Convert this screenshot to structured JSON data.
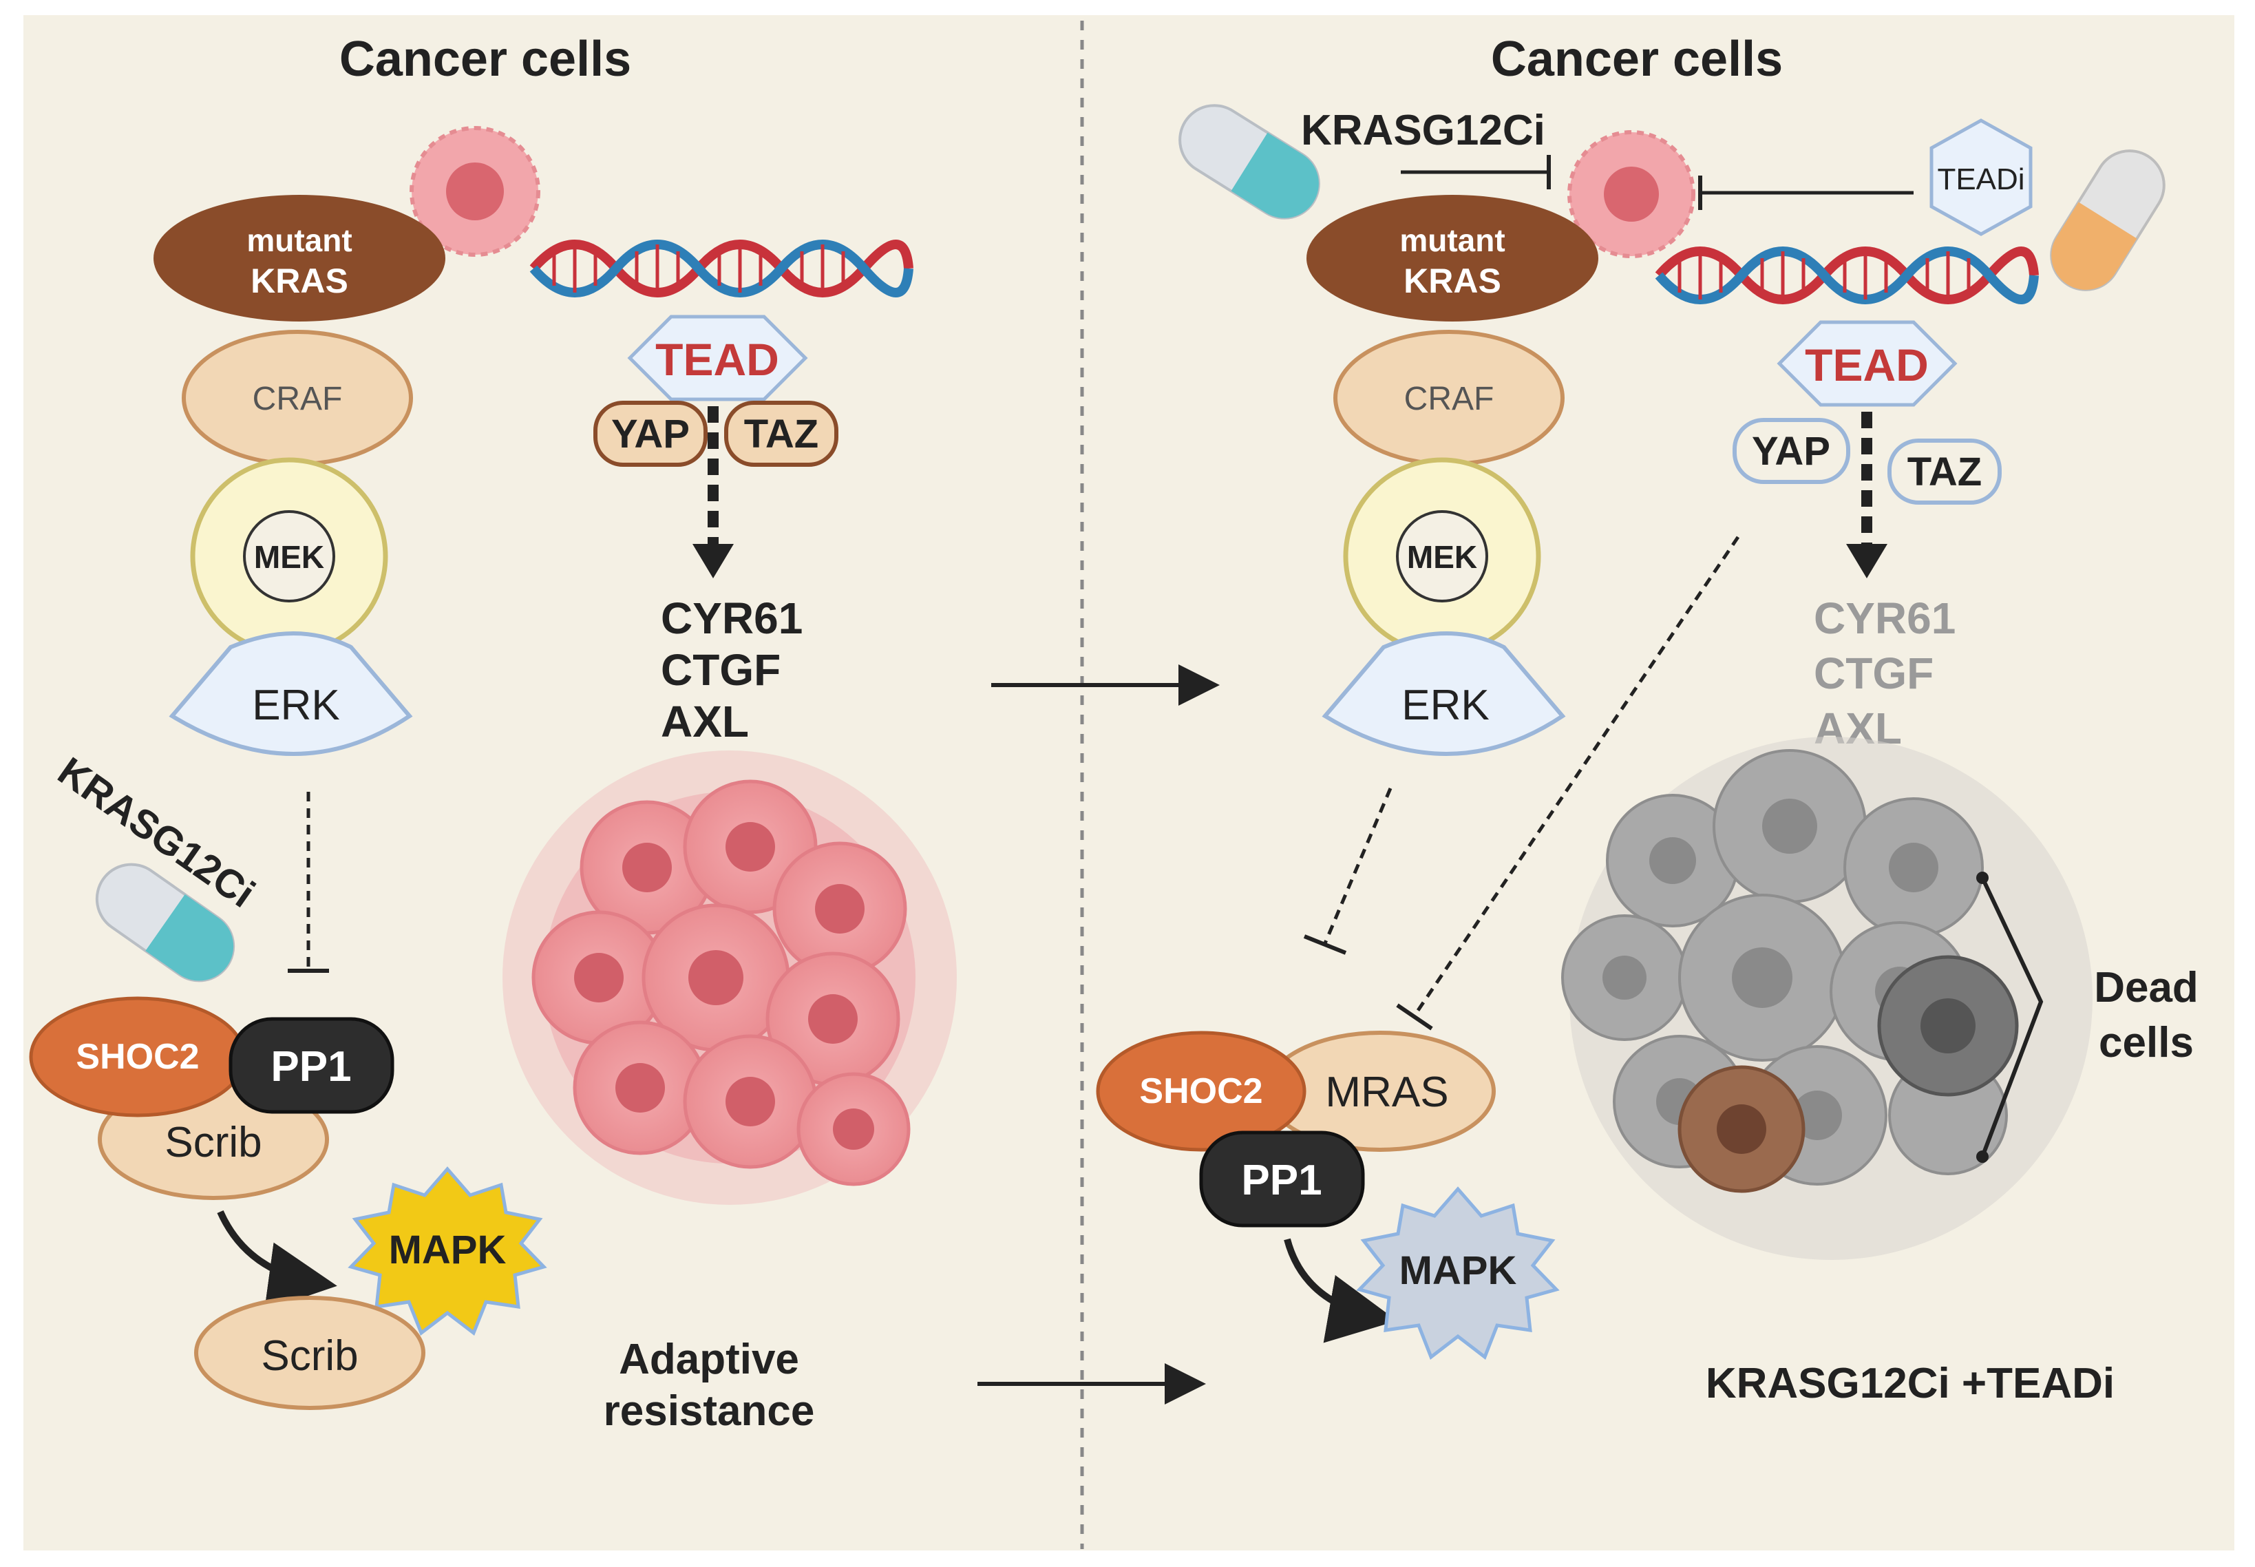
{
  "colors": {
    "background": "#f4f0e4",
    "kras": "#8a4c2a",
    "beige": "#f2d7b5",
    "beige_stroke": "#c8915e",
    "mek_ring": "#faf5cf",
    "mek_stroke": "#cdbf6a",
    "erk_fill": "#e9f1fb",
    "erk_stroke": "#9bb6d9",
    "shoc2": "#d9703a",
    "pp1": "#2d2d2d",
    "mapk_active": "#f2c916",
    "mapk_inactive": "#c9d2df",
    "tead_text": "#c43a3a",
    "dna_red": "#c8323b",
    "dna_blue": "#2e7fb7",
    "tumor": "#ea8d92",
    "dead": "#9a9a9a",
    "text": "#222222",
    "faded_text": "#9a9a9a"
  },
  "left": {
    "title": "Cancer cells",
    "kras_line1": "mutant",
    "kras_line2": "KRAS",
    "craf": "CRAF",
    "mek": "MEK",
    "erk": "ERK",
    "tead": "TEAD",
    "yap": "YAP",
    "taz": "TAZ",
    "genes": [
      "CYR61",
      "CTGF",
      "AXL"
    ],
    "drug": "KRASG12Ci",
    "shoc2": "SHOC2",
    "pp1": "PP1",
    "scrib_top": "Scrib",
    "mapk": "MAPK",
    "scrib_bottom": "Scrib",
    "caption_line1": "Adaptive",
    "caption_line2": "resistance"
  },
  "right": {
    "title": "Cancer cells",
    "drug_kras": "KRASG12Ci",
    "teadi": "TEADi",
    "kras_line1": "mutant",
    "kras_line2": "KRAS",
    "craf": "CRAF",
    "mek": "MEK",
    "erk": "ERK",
    "tead": "TEAD",
    "yap": "YAP",
    "taz": "TAZ",
    "genes": [
      "CYR61",
      "CTGF",
      "AXL"
    ],
    "shoc2": "SHOC2",
    "mras": "MRAS",
    "pp1": "PP1",
    "mapk": "MAPK",
    "dead_line1": "Dead",
    "dead_line2": "cells",
    "caption": "KRASG12Ci +TEADi"
  }
}
